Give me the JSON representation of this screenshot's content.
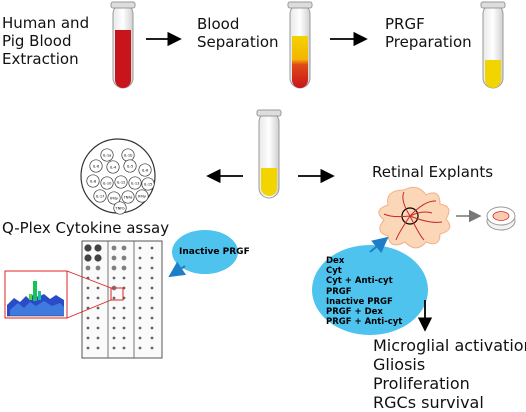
{
  "steps": {
    "extraction": "Human and\nPig Blood\nExtraction",
    "separation": "Blood\nSeparation",
    "preparation": "PRGF\nPreparation"
  },
  "qplex": {
    "title": "Q-Plex Cytokine assay",
    "inactive_label": "Inactive PRGF",
    "wells": [
      "IL-1a",
      "IL-1b",
      "IL-6",
      "IL-4",
      "IL-5",
      "IL-6",
      "IL-8",
      "IL-10",
      "IL-12",
      "IL-13",
      "IL-15",
      "IL-17",
      "IFNy",
      "TNFa",
      "IFNy",
      "TNFb"
    ]
  },
  "retina": {
    "title": "Retinal Explants",
    "treatments": "Dex\nCyt\nCyt + Anti-cyt\nPRGF\nInactive PRGF\nPRGF + Dex\nPRGF + Anti-cyt",
    "outcomes": "Microglial activation\nGliosis\nProliferation\nRGCs survival"
  },
  "colors": {
    "blood_red": "#c8151b",
    "plasma_yellow": "#f2d400",
    "oval_blue": "#4dc3ee",
    "arrow_blue": "#1e7fc8"
  }
}
